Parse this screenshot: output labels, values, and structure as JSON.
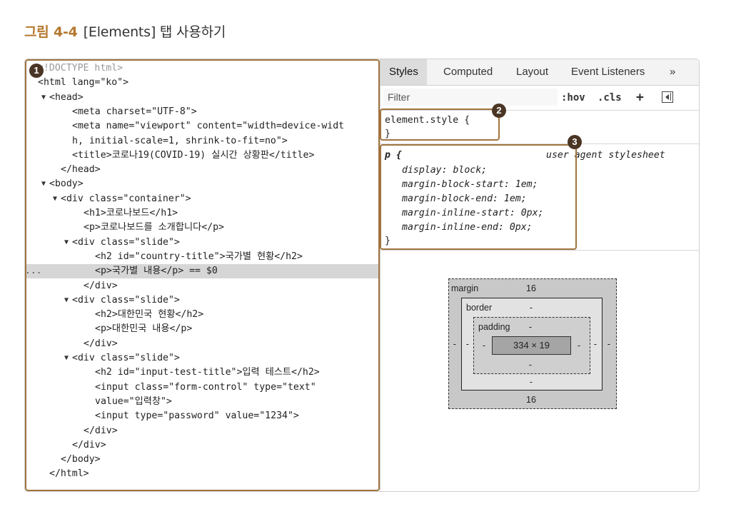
{
  "caption": {
    "label": "그림 4-4",
    "text": "[Elements] 탭 사용하기"
  },
  "dom_lines": [
    {
      "indent": 0,
      "arrow": "",
      "text": "<!DOCTYPE html>",
      "doctype": true
    },
    {
      "indent": 0,
      "arrow": "",
      "text": "<html lang=\"ko\">"
    },
    {
      "indent": 1,
      "arrow": "▼",
      "text": "<head>"
    },
    {
      "indent": 3,
      "arrow": "",
      "text": "<meta charset=\"UTF-8\">"
    },
    {
      "indent": 3,
      "arrow": "",
      "text": "<meta name=\"viewport\" content=\"width=device-widt"
    },
    {
      "indent": 3,
      "arrow": "",
      "text": "h, initial-scale=1, shrink-to-fit=no\">"
    },
    {
      "indent": 3,
      "arrow": "",
      "text": "<title>코로나19(COVID-19) 실시간 상황판</title>"
    },
    {
      "indent": 2,
      "arrow": "",
      "text": "</head>"
    },
    {
      "indent": 1,
      "arrow": "▼",
      "text": "<body>"
    },
    {
      "indent": 2,
      "arrow": "▼",
      "text": "<div class=\"container\">"
    },
    {
      "indent": 4,
      "arrow": "",
      "text": "<h1>코로나보드</h1>"
    },
    {
      "indent": 4,
      "arrow": "",
      "text": "<p>코로나보드를 소개합니다</p>"
    },
    {
      "indent": 3,
      "arrow": "▼",
      "text": "<div class=\"slide\">"
    },
    {
      "indent": 5,
      "arrow": "",
      "text": "<h2 id=\"country-title\">국가별 현황</h2>"
    },
    {
      "indent": 5,
      "arrow": "",
      "text": "<p>국가별 내용</p> == $0",
      "selected": true,
      "ellipsis": "..."
    },
    {
      "indent": 4,
      "arrow": "",
      "text": "</div>"
    },
    {
      "indent": 3,
      "arrow": "▼",
      "text": "<div class=\"slide\">"
    },
    {
      "indent": 5,
      "arrow": "",
      "text": "<h2>대한민국 현황</h2>"
    },
    {
      "indent": 5,
      "arrow": "",
      "text": "<p>대한민국 내용</p>"
    },
    {
      "indent": 4,
      "arrow": "",
      "text": "</div>"
    },
    {
      "indent": 3,
      "arrow": "▼",
      "text": "<div class=\"slide\">"
    },
    {
      "indent": 5,
      "arrow": "",
      "text": "<h2 id=\"input-test-title\">입력 테스트</h2>"
    },
    {
      "indent": 5,
      "arrow": "",
      "text": "<input class=\"form-control\" type=\"text\""
    },
    {
      "indent": 5,
      "arrow": "",
      "text": "value=\"입력창\">"
    },
    {
      "indent": 5,
      "arrow": "",
      "text": "<input type=\"password\" value=\"1234\">"
    },
    {
      "indent": 4,
      "arrow": "",
      "text": "</div>"
    },
    {
      "indent": 3,
      "arrow": "",
      "text": "</div>"
    },
    {
      "indent": 2,
      "arrow": "",
      "text": "</body>"
    },
    {
      "indent": 1,
      "arrow": "",
      "text": "</html>"
    }
  ],
  "styles": {
    "tabs": [
      "Styles",
      "Computed",
      "Layout",
      "Event Listeners",
      "»"
    ],
    "filter_placeholder": "Filter",
    "hov": ":hov",
    "cls": ".cls",
    "plus": "+",
    "element_style_open": "element.style {",
    "element_style_close": "}",
    "rule_selector": "p {",
    "rule_source": "user agent stylesheet",
    "rule_decls": [
      "display: block;",
      "margin-block-start: 1em;",
      "margin-block-end: 1em;",
      "margin-inline-start: 0px;",
      "margin-inline-end: 0px;"
    ],
    "rule_close": "}"
  },
  "box_model": {
    "margin_label": "margin",
    "border_label": "border",
    "padding_label": "padding",
    "margin_top": "16",
    "margin_bottom": "16",
    "margin_left": "-",
    "margin_right": "-",
    "border_top": "-",
    "border_bottom": "-",
    "border_left": "-",
    "border_right": "-",
    "padding_top": "-",
    "padding_bottom": "-",
    "padding_left": "-",
    "padding_right": "-",
    "content_size": "334 × 19"
  },
  "callouts": [
    "1",
    "2",
    "3"
  ],
  "colors": {
    "accent": "#a0743f",
    "selected_row": "#d6d6d6",
    "callout_badge": "#4a3525"
  }
}
